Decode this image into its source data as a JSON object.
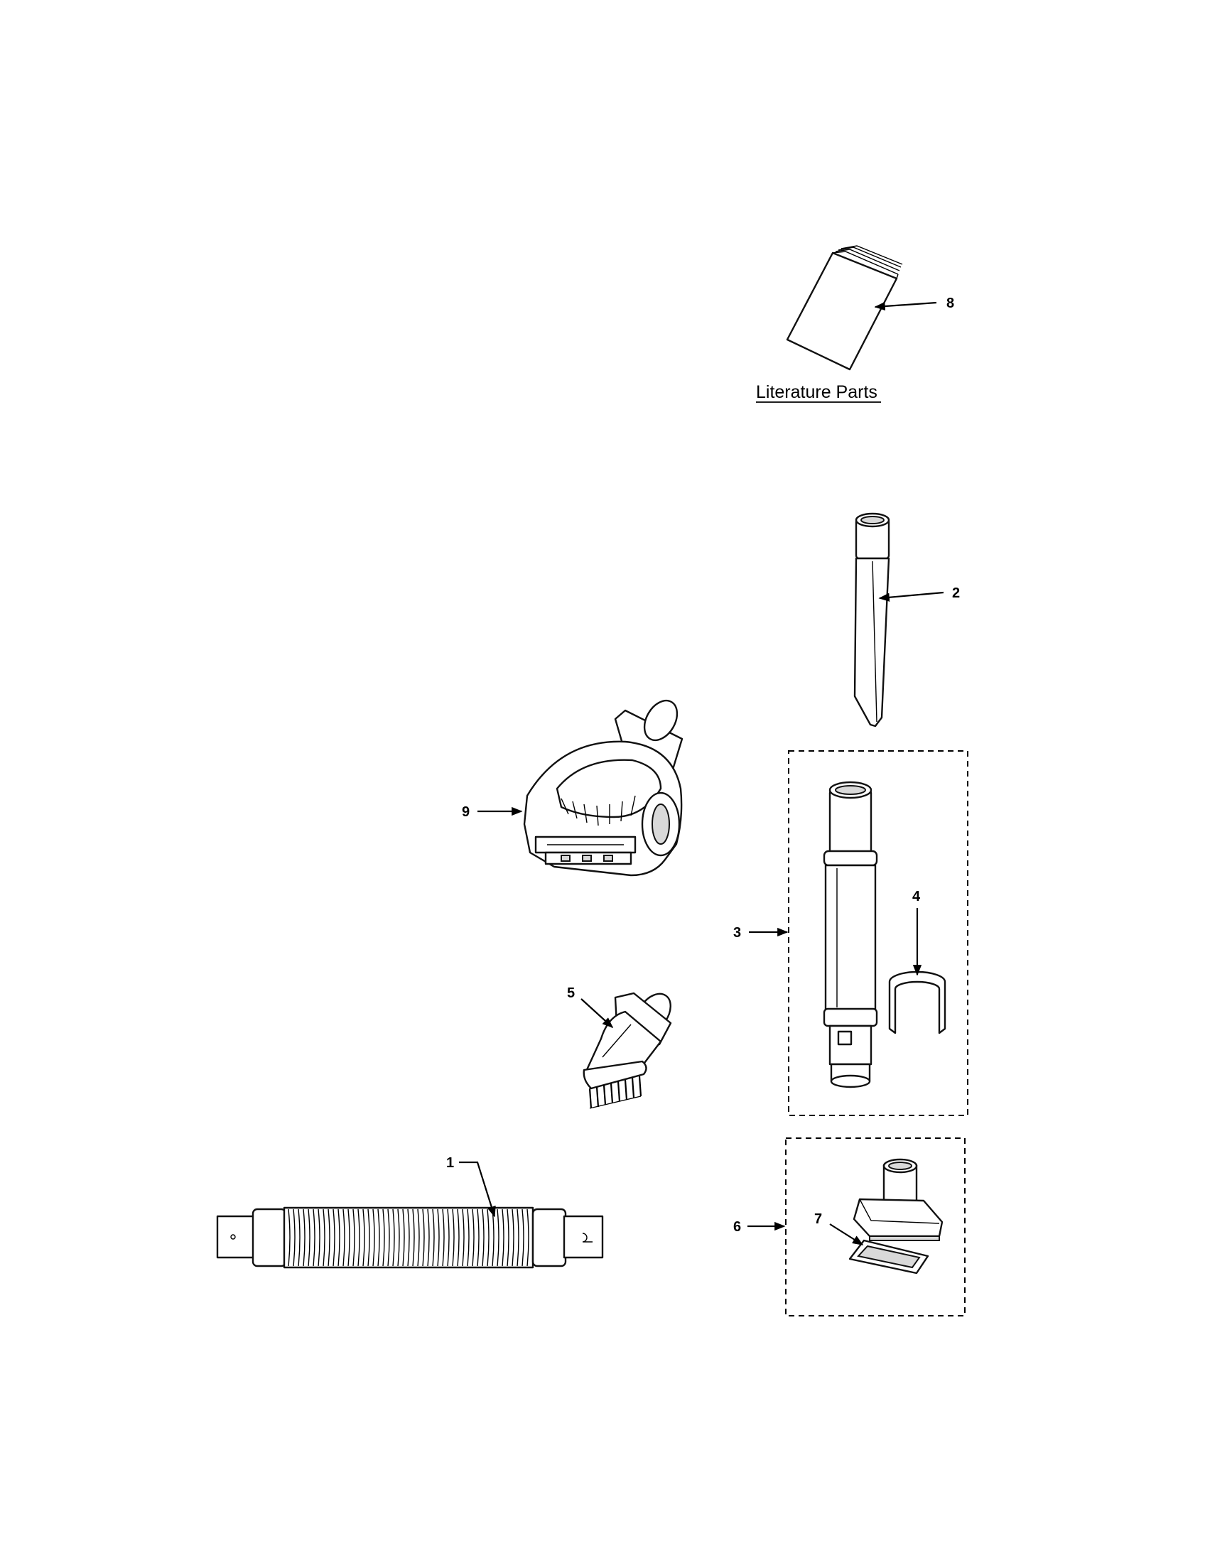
{
  "callouts": {
    "c1": "1",
    "c2": "2",
    "c3": "3",
    "c4": "4",
    "c5": "5",
    "c6": "6",
    "c7": "7",
    "c8": "8",
    "c9": "9"
  },
  "captions": {
    "literature": "Literature Parts"
  }
}
